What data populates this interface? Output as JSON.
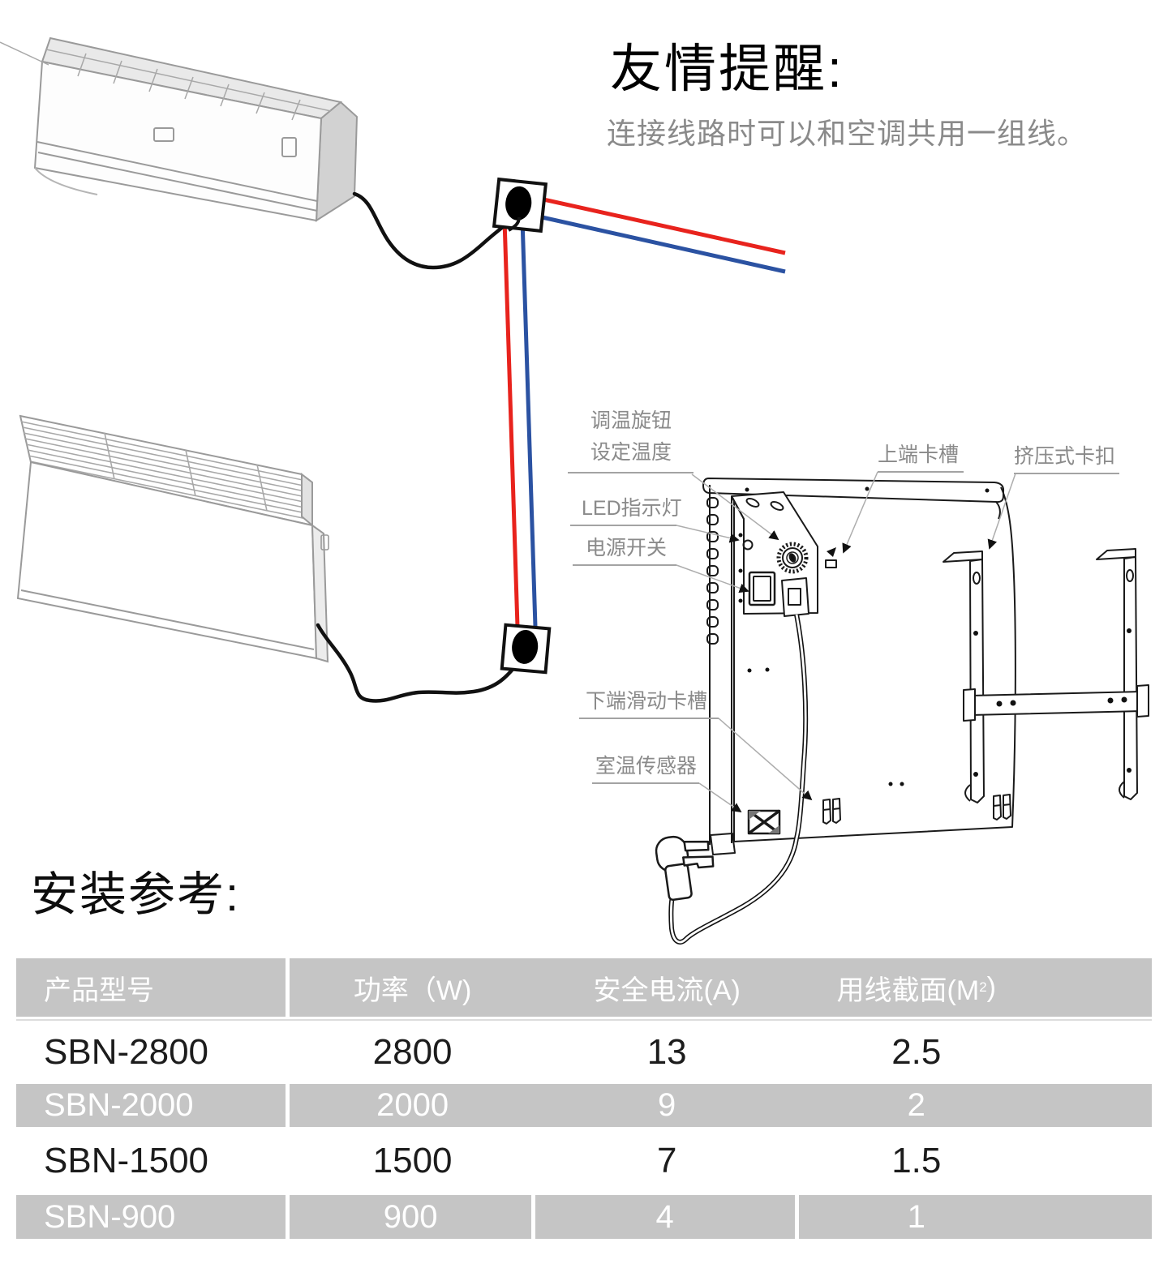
{
  "reminder": {
    "title": "友情提醒:",
    "body": "连接线路时可以和空调共用一组线。"
  },
  "install": {
    "title": "安装参考:"
  },
  "diagram_labels": {
    "temp_knob_line1": "调温旋钮",
    "temp_knob_line2": "设定温度",
    "led_indicator": "LED指示灯",
    "power_switch": "电源开关",
    "top_slot": "上端卡槽",
    "press_clip": "挤压式卡扣",
    "bottom_slide_slot": "下端滑动卡槽",
    "room_sensor": "室温传感器"
  },
  "icons": {
    "outlet": "power-outlet",
    "plug": "three-pin-plug",
    "wire_red": "live-wire",
    "wire_blue": "neutral-wire"
  },
  "colors": {
    "wire_red": "#e8231d",
    "wire_blue": "#2b52a2",
    "table_gray": "#c5c5c5",
    "label_gray": "#8a8a8a"
  },
  "table": {
    "headers": [
      "产品型号",
      "功率（W)",
      "安全电流(A)",
      {
        "pre": "用线截面(M",
        "sup": "2",
        "post": ")"
      }
    ],
    "rows": [
      {
        "model": "SBN-2800",
        "power": "2800",
        "current": "13",
        "section": "2.5",
        "variant": "light"
      },
      {
        "model": "SBN-2000",
        "power": "2000",
        "current": "9",
        "section": "2",
        "variant": "dark"
      },
      {
        "model": "SBN-1500",
        "power": "1500",
        "current": "7",
        "section": "1.5",
        "variant": "light"
      },
      {
        "model": "SBN-900",
        "power": "900",
        "current": "4",
        "section": "1",
        "variant": "dark"
      }
    ]
  }
}
